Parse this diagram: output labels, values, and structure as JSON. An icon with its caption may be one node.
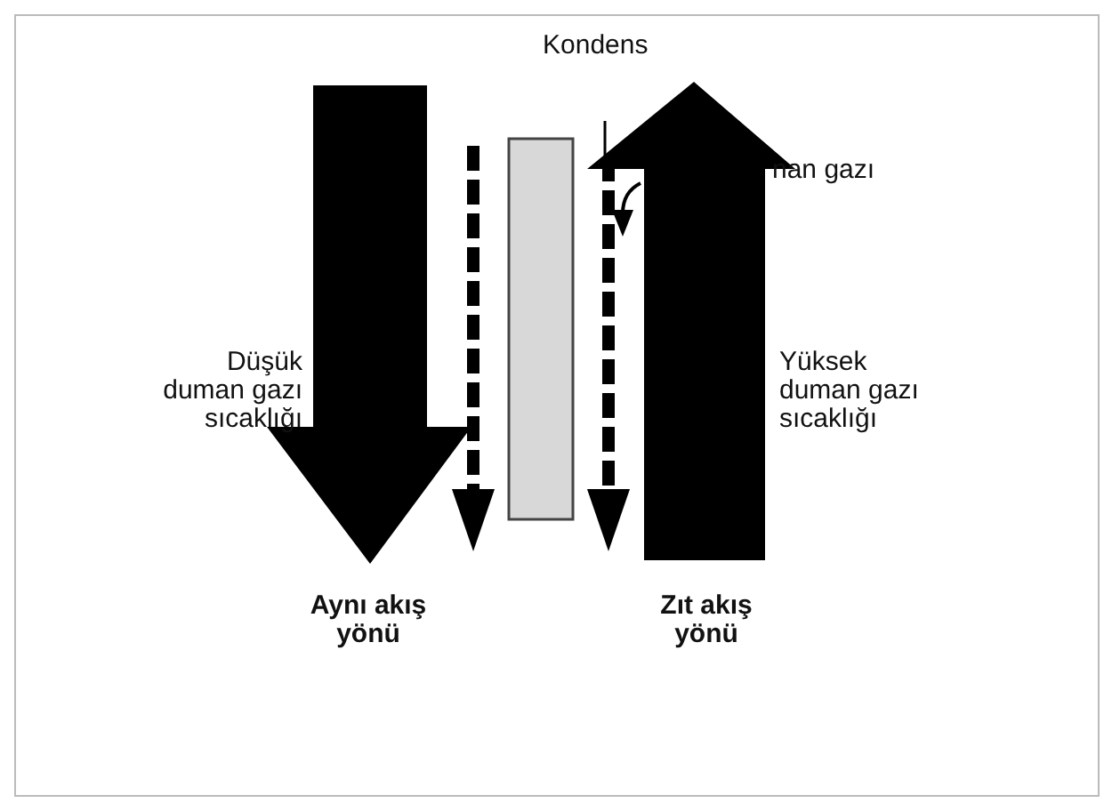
{
  "diagram": {
    "labels": [
      "Kondens",
      "nan gazı",
      "Düşük duman gazı sıcaklığı",
      "Yüksek duman gazı sıcaklığı",
      "Aynı akış yönü",
      "Zıt akış yönü"
    ]
  }
}
